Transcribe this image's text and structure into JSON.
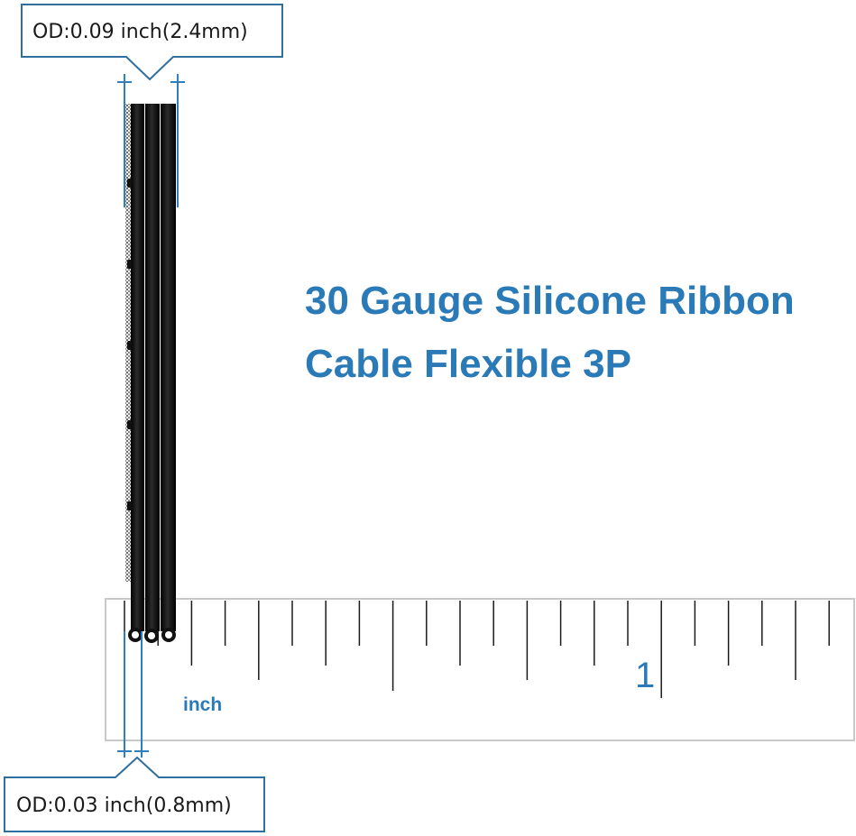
{
  "headline": {
    "line1": "30 Gauge Silicone Ribbon",
    "line2": "Cable Flexible 3P"
  },
  "callout_top": {
    "label": "OD:0.09 inch(2.4mm)"
  },
  "callout_bottom": {
    "label": "OD:0.03 inch(0.8mm)"
  },
  "ruler": {
    "unit_label": "inch",
    "major_label": "1"
  },
  "colors": {
    "accent": "#2a7ab8",
    "callout_border": "#2f6f9e",
    "cable": "#111111",
    "ruler_border": "#c9c9c9"
  }
}
